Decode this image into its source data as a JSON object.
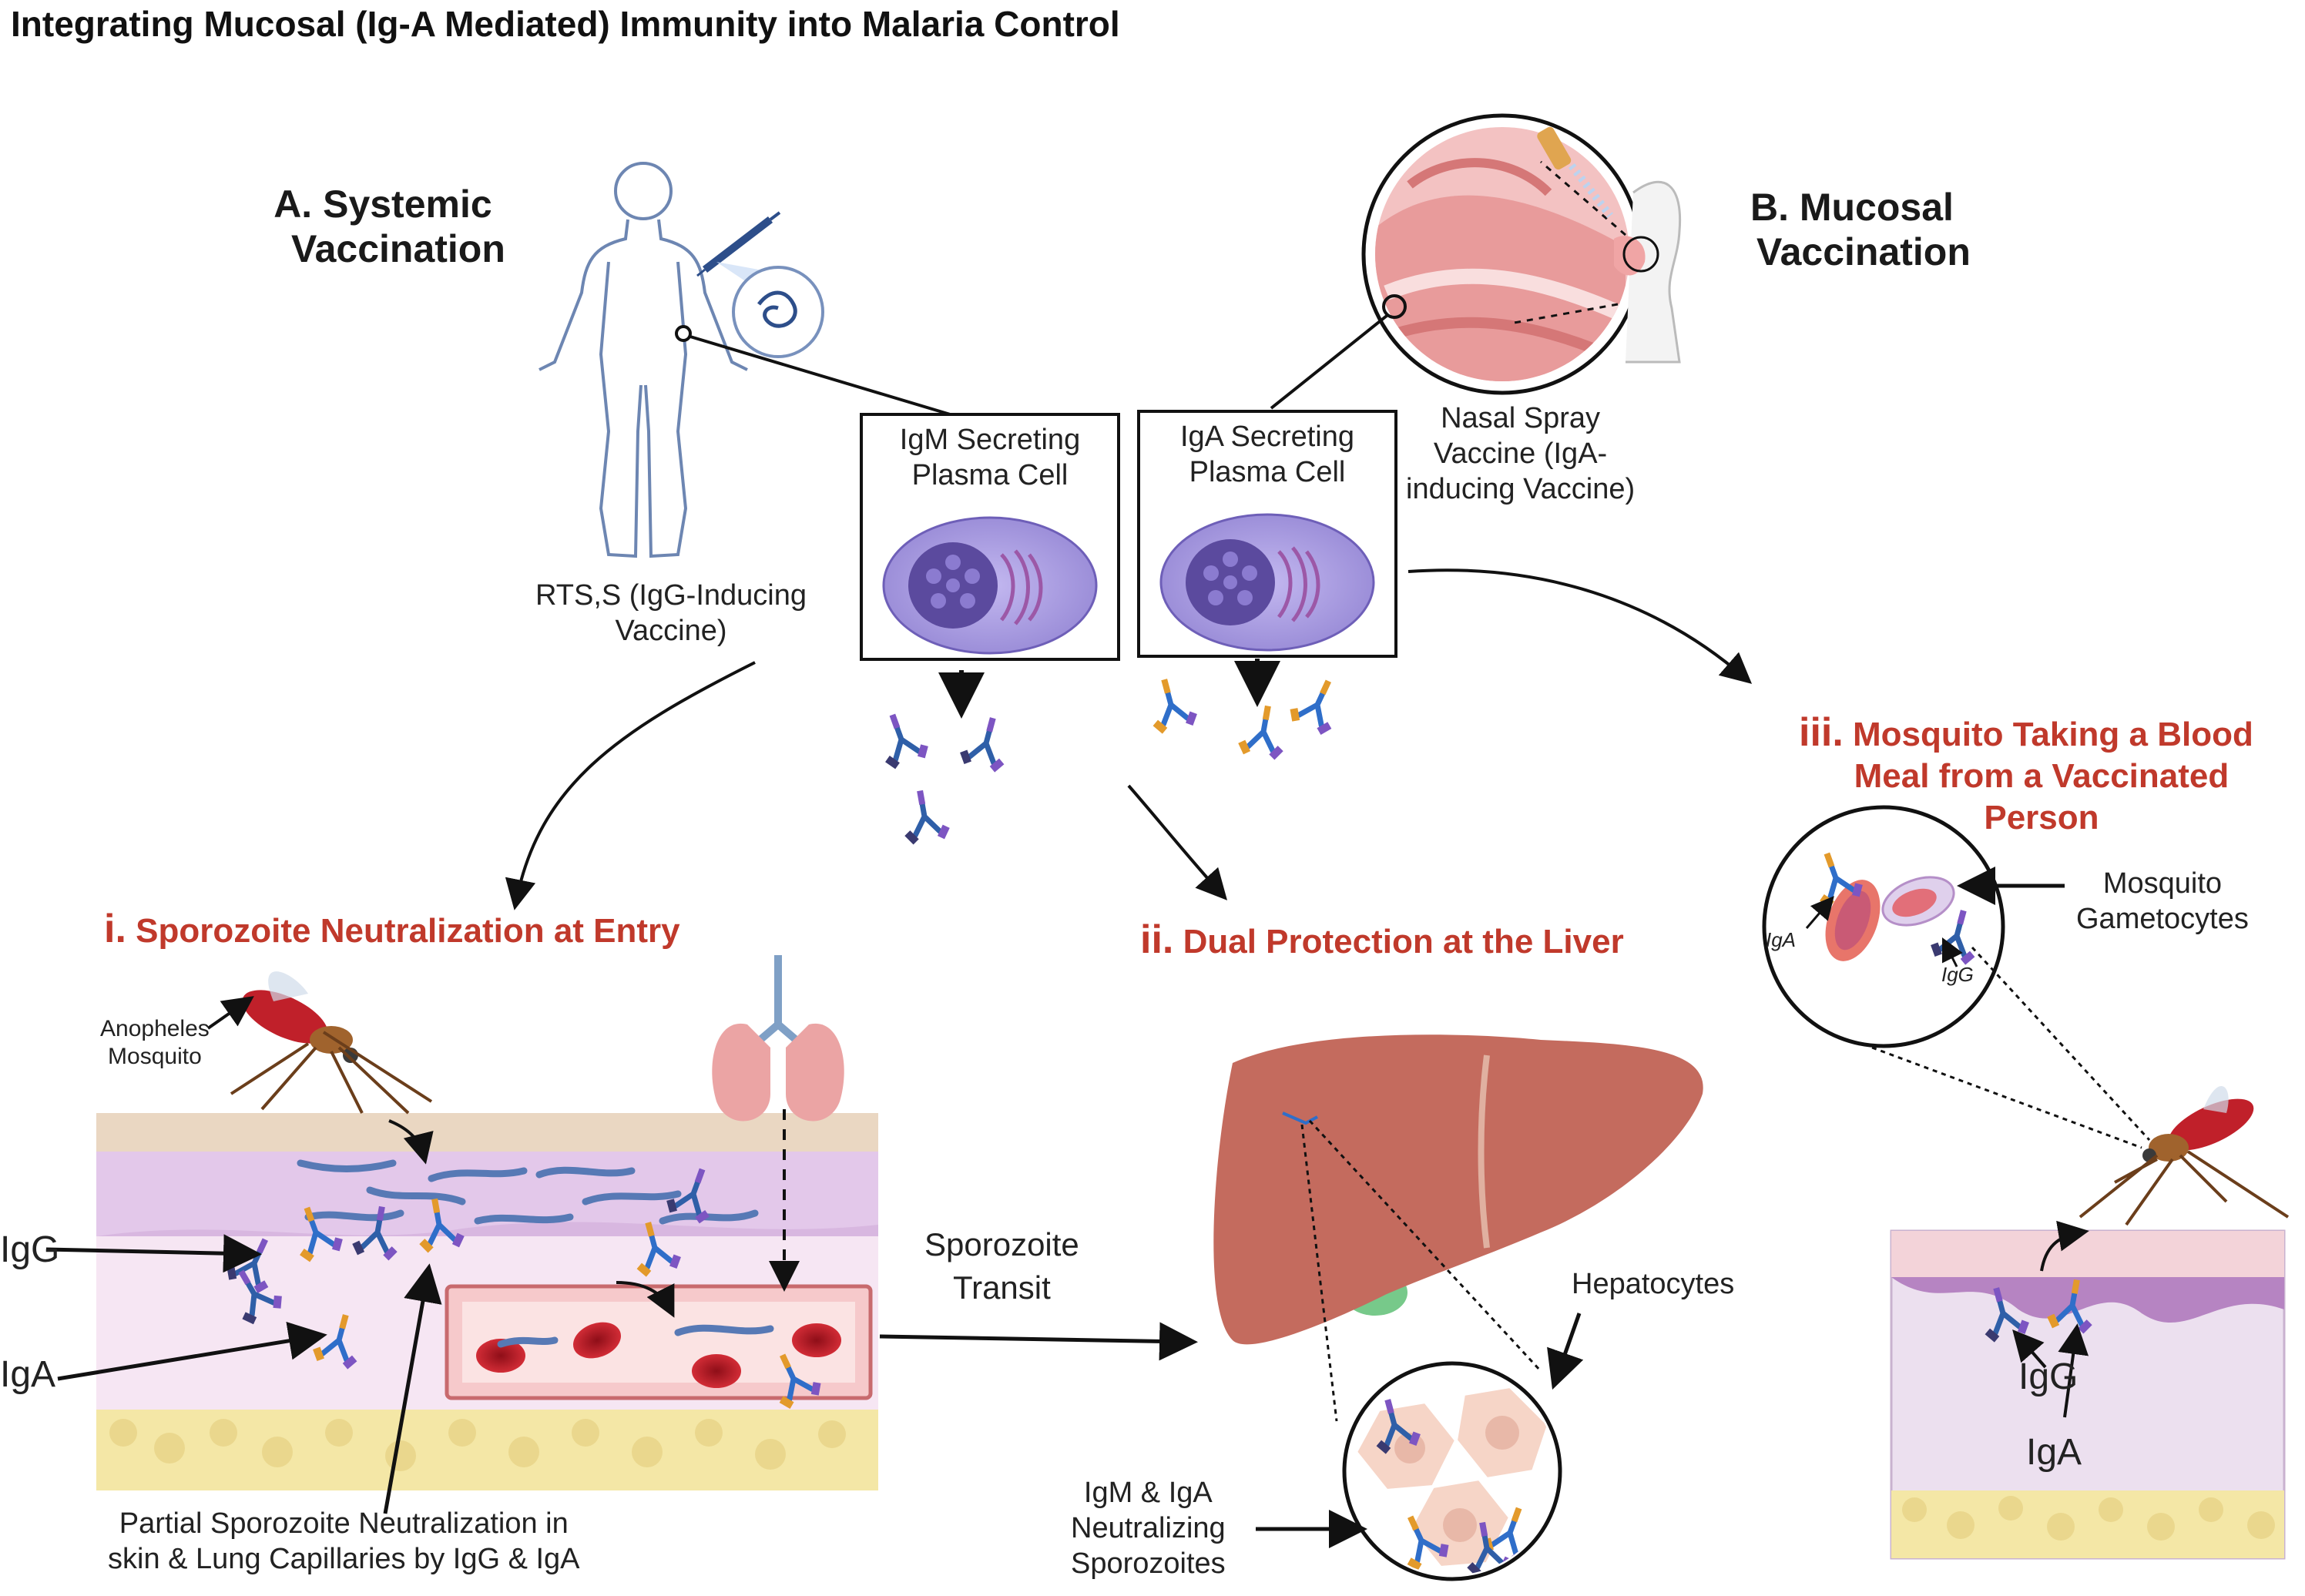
{
  "title": "Integrating Mucosal (Ig-A Mediated) Immunity into Malaria Control",
  "section_a": {
    "line1": "A. Systemic",
    "line2": "Vaccination"
  },
  "section_b": {
    "line1": "B. Mucosal",
    "line2": "Vaccination"
  },
  "vaccine_a": {
    "line1": "RTS,S (IgG-Inducing",
    "line2": "Vaccine)"
  },
  "vaccine_b": {
    "line1": "Nasal Spray",
    "line2": "Vaccine (IgA-",
    "line3": "inducing Vaccine)"
  },
  "igm_cell": {
    "line1": "IgM Secreting",
    "line2": "Plasma Cell"
  },
  "iga_cell": {
    "line1": "IgA Secreting",
    "line2": "Plasma Cell"
  },
  "panel_i": {
    "numeral": "i.",
    "text": "Sporozoite Neutralization at Entry"
  },
  "panel_ii": {
    "numeral": "ii.",
    "text": "Dual Protection at the Liver"
  },
  "panel_iii": {
    "numeral": "iii.",
    "line1": "Mosquito Taking a Blood",
    "line2": "Meal from a Vaccinated",
    "line3": "Person"
  },
  "labels": {
    "anopheles1": "Anopheles",
    "anopheles2": "Mosquito",
    "igg": "IgG",
    "iga": "IgA",
    "partial1": "Partial Sporozoite Neutralization in",
    "partial2": "skin & Lung Capillaries by IgG & IgA",
    "transit1": "Sporozoite",
    "transit2": "Transit",
    "hepatocytes": "Hepatocytes",
    "neutral1": "IgM & IgA",
    "neutral2": "Neutralizing",
    "neutral3": "Sporozoites",
    "mosq_game1": "Mosquito",
    "mosq_game2": "Gametocytes",
    "circle_iga": "IgA",
    "circle_igg": "IgG",
    "skin_igg": "IgG",
    "skin_iga": "IgA"
  },
  "colors": {
    "accent_red": "#c0392b",
    "cell_purple": "#a99ae0",
    "nucleus": "#5b4a9e",
    "skin": "#efe0f2",
    "liver": "#c46b5e",
    "blood": "#c0202a"
  }
}
